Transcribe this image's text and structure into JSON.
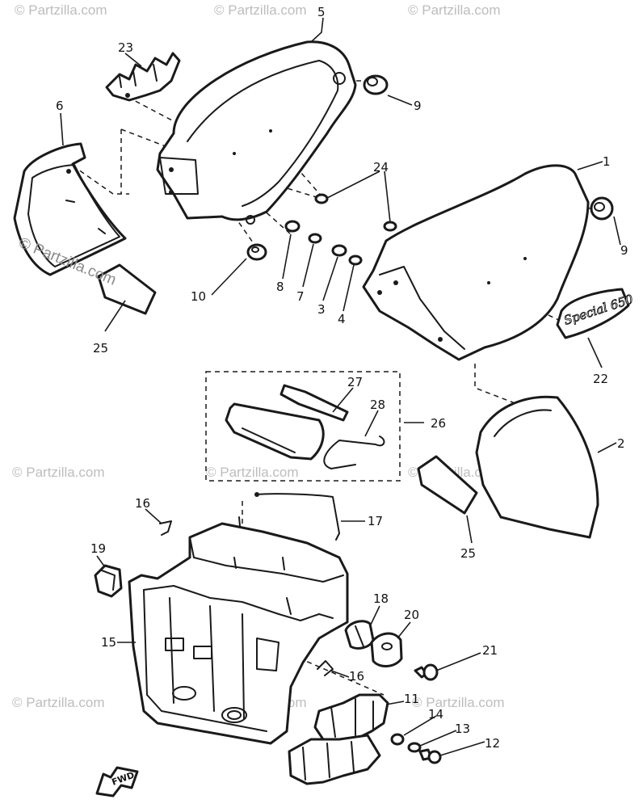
{
  "watermarks": {
    "repeat_text": "© Partzilla.com",
    "side_cover_text": "© Partzilla.com"
  },
  "callouts": [
    "5",
    "23",
    "6",
    "9",
    "24",
    "1",
    "9",
    "10",
    "8",
    "7",
    "3",
    "4",
    "25",
    "22",
    "27",
    "28",
    "26",
    "2",
    "16",
    "17",
    "19",
    "25",
    "18",
    "20",
    "15",
    "16",
    "21",
    "11",
    "14",
    "13",
    "12"
  ],
  "emblem_text": "Special 650",
  "fwd_label": "FWD"
}
